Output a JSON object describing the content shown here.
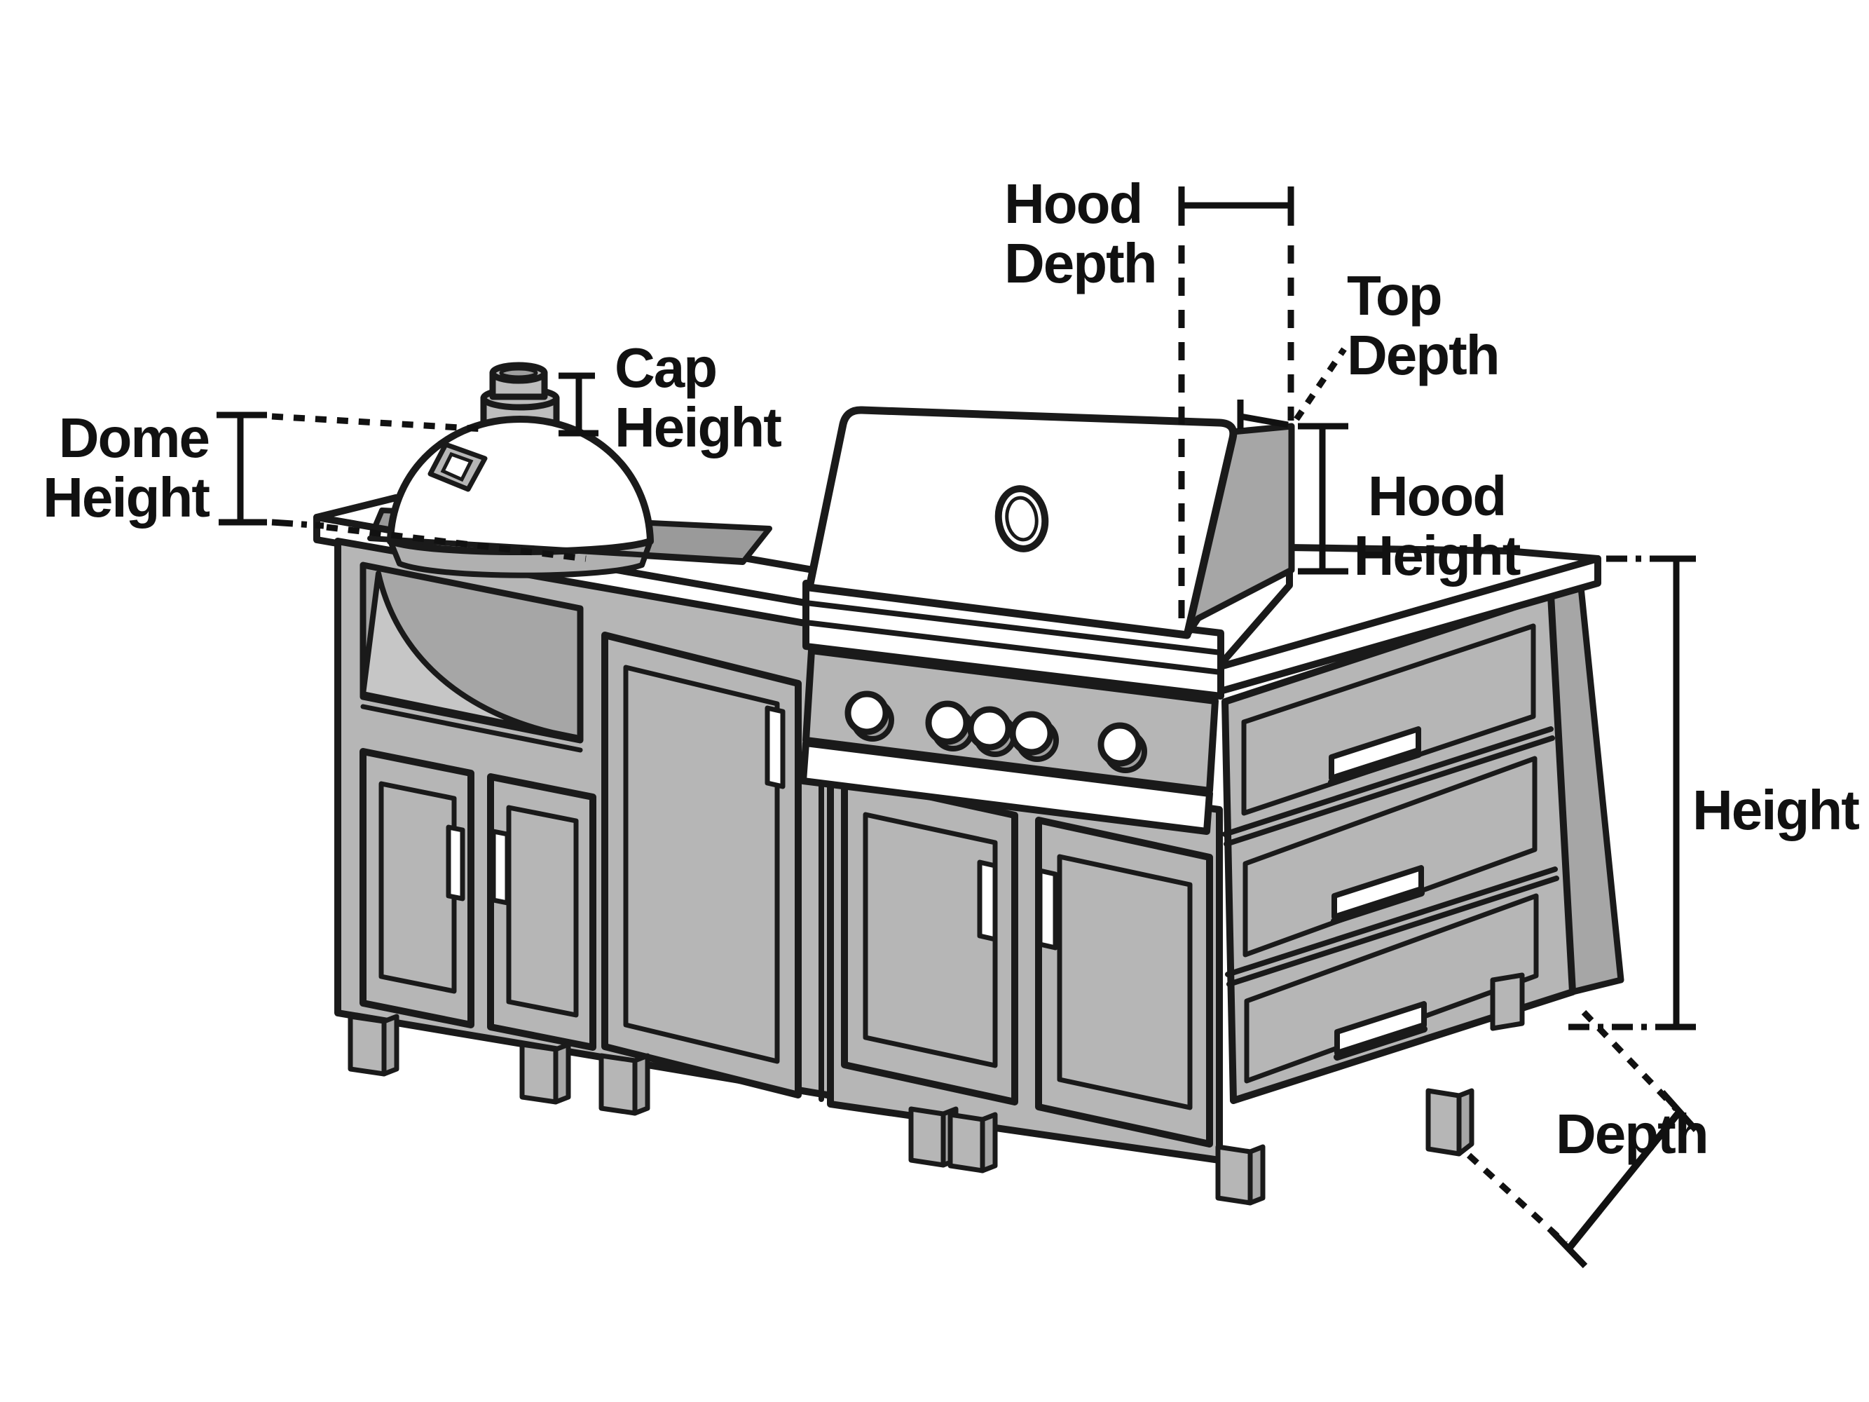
{
  "labels": {
    "dome_height": {
      "line1": "Dome",
      "line2": "Height"
    },
    "cap_height": {
      "line1": "Cap",
      "line2": "Height"
    },
    "hood_depth": {
      "line1": "Hood",
      "line2": "Depth"
    },
    "top_depth": {
      "line1": "Top",
      "line2": "Depth"
    },
    "hood_height": {
      "line1": "Hood",
      "line2": "Height"
    },
    "height": {
      "text": "Height"
    },
    "depth": {
      "text": "Depth"
    }
  },
  "colors": {
    "line": "#1a1a1a",
    "cabinet_gray": "#b6b6b6",
    "panel_dark_gray": "#a6a6a6",
    "opening_gray": "#9a9a9a",
    "white": "#ffffff",
    "background": "#ffffff"
  }
}
